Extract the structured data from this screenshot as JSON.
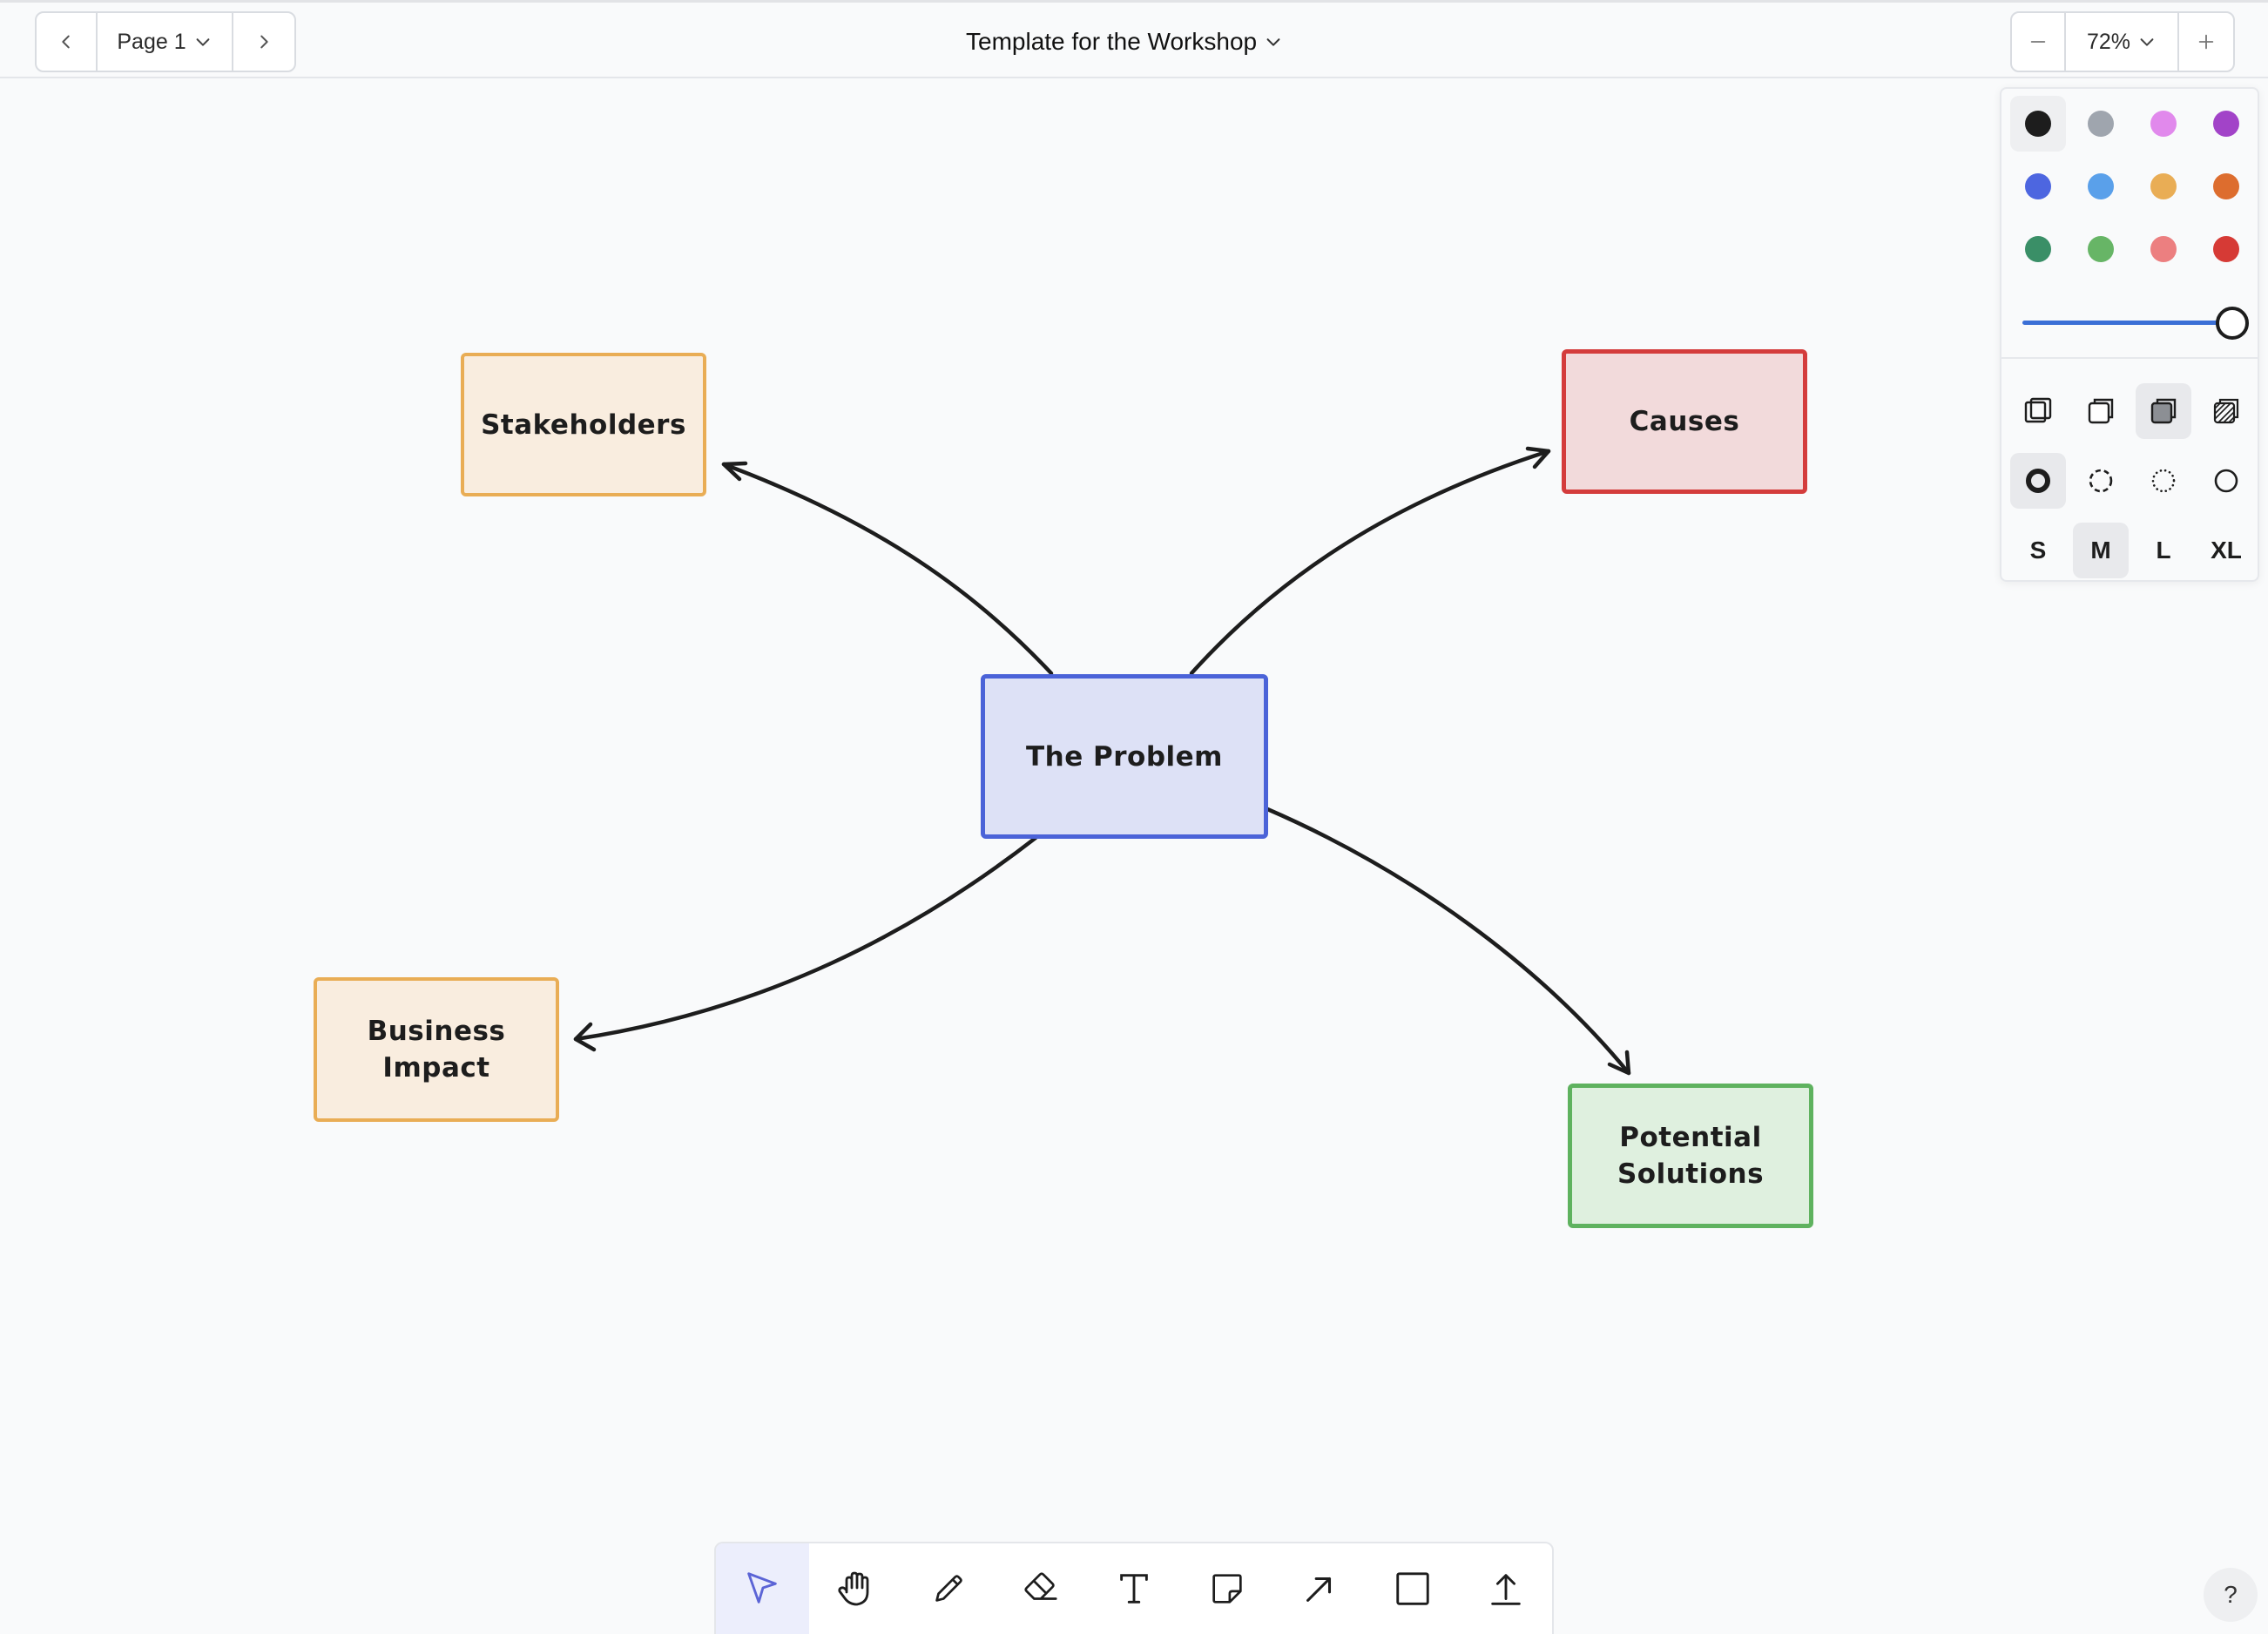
{
  "header": {
    "page_label": "Page 1",
    "document_title": "Template for the Workshop",
    "zoom_label": "72%"
  },
  "canvas": {
    "nodes": {
      "center": {
        "text": "The Problem",
        "fill": "#dde1f6",
        "stroke": "#4b63d8"
      },
      "stakeholders": {
        "text": "Stakeholders",
        "fill": "#f9eddf",
        "stroke": "#e9ad55"
      },
      "causes": {
        "text": "Causes",
        "fill": "#f2dadb",
        "stroke": "#d43c3c"
      },
      "business_impact": {
        "text": "Business\nImpact",
        "fill": "#f9eddf",
        "stroke": "#e9ad55"
      },
      "potential_solutions": {
        "text": "Potential\nSolutions",
        "fill": "#dff0df",
        "stroke": "#5fb25f"
      }
    },
    "arrow_color": "#1d1d1d"
  },
  "style_panel": {
    "colors": [
      {
        "name": "black",
        "hex": "#1d1d1d"
      },
      {
        "name": "grey",
        "hex": "#9fa5ae"
      },
      {
        "name": "light-violet",
        "hex": "#e189ec"
      },
      {
        "name": "violet",
        "hex": "#a243c8"
      },
      {
        "name": "blue",
        "hex": "#4d66e0"
      },
      {
        "name": "light-blue",
        "hex": "#5aa0ea"
      },
      {
        "name": "yellow",
        "hex": "#e9ad55"
      },
      {
        "name": "orange",
        "hex": "#dd6d2e"
      },
      {
        "name": "green",
        "hex": "#3a8f67"
      },
      {
        "name": "light-green",
        "hex": "#67b566"
      },
      {
        "name": "light-red",
        "hex": "#ec7f80"
      },
      {
        "name": "red",
        "hex": "#d63a35"
      }
    ],
    "selected_color": "black",
    "opacity": 1.0,
    "fill_options": [
      "none",
      "semi",
      "solid",
      "pattern"
    ],
    "selected_fill": "solid",
    "dash_options": [
      "draw",
      "dashed",
      "dotted",
      "solid"
    ],
    "selected_dash": "draw",
    "sizes": [
      "S",
      "M",
      "L",
      "XL"
    ],
    "selected_size": "M",
    "accent": "#3b6fd6"
  },
  "toolbar": {
    "tools": [
      "select",
      "hand",
      "draw",
      "eraser",
      "text",
      "note",
      "arrow",
      "rectangle",
      "upload"
    ],
    "selected_tool": "select",
    "accent": "#5b64d6"
  },
  "help": {
    "label": "?"
  }
}
